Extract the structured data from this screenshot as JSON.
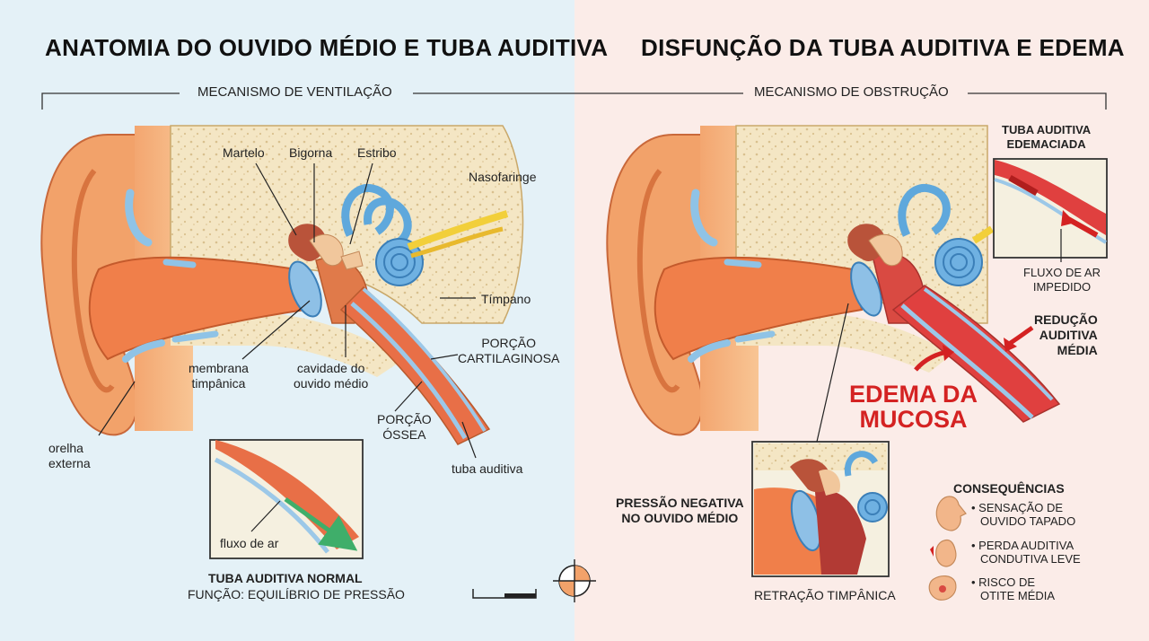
{
  "left": {
    "title": "ANATOMIA DO OUVIDO MÉDIO E TUBA AUDITIVA",
    "section": "MECANISMO DE VENTILAÇÃO",
    "labels": {
      "martelo": "Martelo",
      "bigorna": "Bigorna",
      "estribo": "Estribo",
      "nasofaringe": "Nasofaringe",
      "timpano": "Tímpano",
      "porcao_cartilaginosa_1": "PORÇÃO",
      "porcao_cartilaginosa_2": "CARTILAGINOSA",
      "membrana_1": "membrana",
      "membrana_2": "timpânica",
      "cavidade_1": "cavidade do",
      "cavidade_2": "ouvido médio",
      "porcao_ossea_1": "PORÇÃO",
      "porcao_ossea_2": "ÓSSEA",
      "orelha_1": "orelha",
      "orelha_2": "externa",
      "tuba_auditiva": "tuba auditiva",
      "fluxo_de_ar": "fluxo de ar"
    },
    "caption_title": "TUBA AUDITIVA NORMAL",
    "caption_sub": "FUNÇÃO: EQUILÍBRIO DE PRESSÃO"
  },
  "right": {
    "title": "DISFUNÇÃO DA TUBA AUDITIVA E EDEMA",
    "section": "MECANISMO DE OBSTRUÇÃO",
    "inset_title_1": "TUBA AUDITIVA",
    "inset_title_2": "EDEMACIADA",
    "fluxo_1": "FLUXO DE AR",
    "fluxo_2": "IMPEDIDO",
    "reducao_1": "REDUÇÃO",
    "reducao_2": "AUDITIVA",
    "reducao_3": "MÉDIA",
    "edema_1": "EDEMA DA",
    "edema_2": "MUCOSA",
    "pressao_1": "PRESSÃO NEGATIVA",
    "pressao_2": "NO OUVIDO MÉDIO",
    "retracao": "RETRAÇÃO TIMPÂNICA",
    "consequencias_title": "CONSEQUÊNCIAS",
    "consequencias": [
      {
        "l1": "SENSAÇÃO DE",
        "l2": "OUVIDO TAPADO",
        "icon": "face-icon"
      },
      {
        "l1": "PERDA AUDITIVA",
        "l2": "CONDUTIVA LEVE",
        "icon": "ear-icon"
      },
      {
        "l1": "RISCO DE",
        "l2": "OTITE MÉDIA",
        "icon": "ear-infection-icon"
      }
    ]
  },
  "colors": {
    "left_bg": "#e4f1f7",
    "right_bg": "#fbece8",
    "skin": "#f2a26a",
    "skin_dark": "#e0703c",
    "canal": "#f07f4a",
    "tube_normal": "#e86f47",
    "tube_edema": "#e0403f",
    "mucosa_blue": "#8fc3e6",
    "bone": "#f4e6c4",
    "cochlea": "#5fa8dc",
    "nerve": "#f2cf3a",
    "red_text": "#d42222"
  }
}
